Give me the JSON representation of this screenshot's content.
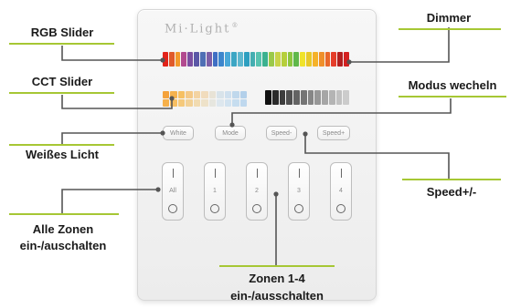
{
  "panel": {
    "brand": "Mi·Light",
    "brand_mark": "®",
    "buttons": [
      "White",
      "Mode",
      "Speed-",
      "Speed+"
    ],
    "zones": [
      "All",
      "1",
      "2",
      "3",
      "4"
    ],
    "rgb_colors": [
      "#e2231a",
      "#e05a2a",
      "#f39a2b",
      "#b24a8f",
      "#7b4fa1",
      "#5b57a6",
      "#4f6fb5",
      "#7d5fa8",
      "#3f6fc4",
      "#3d86cc",
      "#4aa8d8",
      "#3ca6c4",
      "#5fb8cf",
      "#2e9fc0",
      "#44aeb1",
      "#58c3b0",
      "#3bb18f",
      "#9bc94a",
      "#c9d34a",
      "#b6cf3b",
      "#8dc63f",
      "#5fb84a",
      "#f0e32a",
      "#e8c928",
      "#f5b22a",
      "#ef8f2a",
      "#e9672a",
      "#e53d2a",
      "#b31f1f",
      "#d42020"
    ],
    "cct_warm": [
      "#f4a23b",
      "#f5b24e",
      "#f6c063",
      "#f4c987",
      "#f3d3a2",
      "#f1dcbd",
      "#e8e3d6",
      "#d8e3ea",
      "#cfe0ee",
      "#c0d8ec",
      "#b3d0ea"
    ],
    "cct_cool": [
      "#f6b04a",
      "#f7bf62",
      "#f5c97b",
      "#f2d196",
      "#f1dbb1",
      "#eee2c9",
      "#e6e6df",
      "#dde7ee",
      "#d2e3f0",
      "#c6ddef",
      "#bfd8ee"
    ],
    "dim_shades": [
      "#111111",
      "#2a2a2a",
      "#3d3d3d",
      "#505050",
      "#636363",
      "#757575",
      "#868686",
      "#979797",
      "#a6a6a6",
      "#b4b4b4",
      "#c1c1c1",
      "#cccccc"
    ]
  },
  "labels": {
    "rgb_slider": "RGB Slider",
    "cct_slider": "CCT Slider",
    "weisses_licht": "Weißes Licht",
    "alle_zonen_1": "Alle Zonen",
    "alle_zonen_2": "ein-/auschalten",
    "dimmer": "Dimmer",
    "modus": "Modus wecheln",
    "speed": "Speed+/-",
    "zonen_1": "Zonen 1-4",
    "zonen_2": "ein-/ausschalten"
  },
  "accent": "#a6c734",
  "connector_color": "#555555"
}
